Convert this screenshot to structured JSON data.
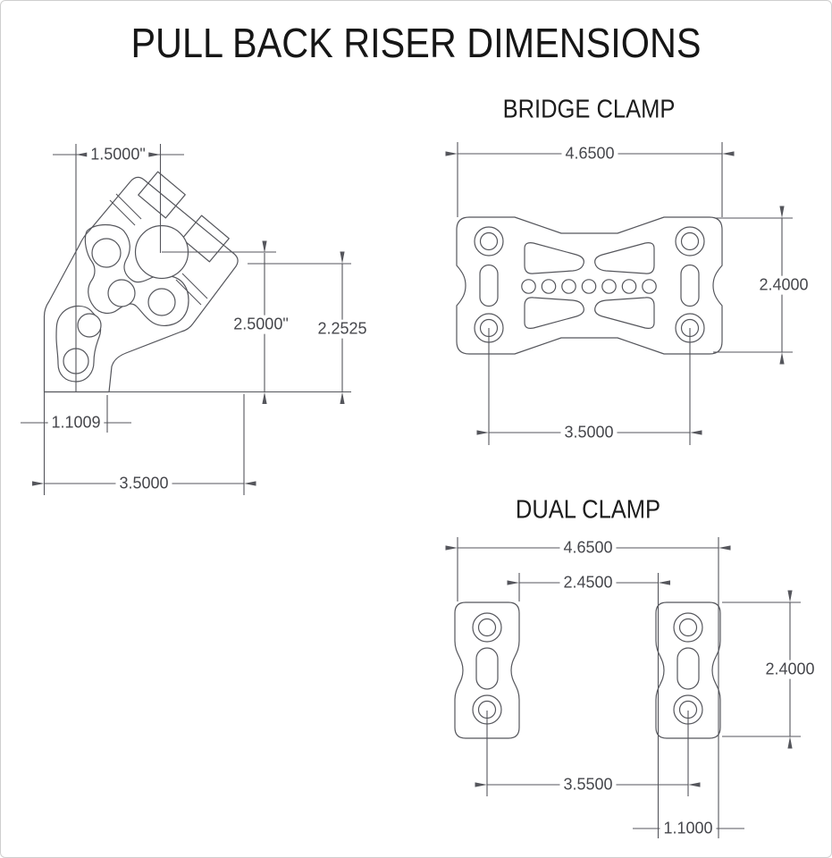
{
  "page": {
    "title": "PULL BACK RISER DIMENSIONS"
  },
  "side_view": {
    "dim_clamp_offset": "1.5000\"",
    "dim_center_height": "2.5000\"",
    "dim_body_height": "2.2525",
    "dim_foot_width": "1.1009",
    "dim_base_width": "3.5000"
  },
  "bridge_clamp": {
    "title": "BRIDGE CLAMP",
    "dim_overall_width": "4.6500",
    "dim_height": "2.4000",
    "dim_hole_spacing": "3.5000"
  },
  "dual_clamp": {
    "title": "DUAL CLAMP",
    "dim_overall_width": "4.6500",
    "dim_inner_gap": "2.4500",
    "dim_height": "2.4000",
    "dim_hole_spacing": "3.5500",
    "dim_clamp_width": "1.1000"
  }
}
